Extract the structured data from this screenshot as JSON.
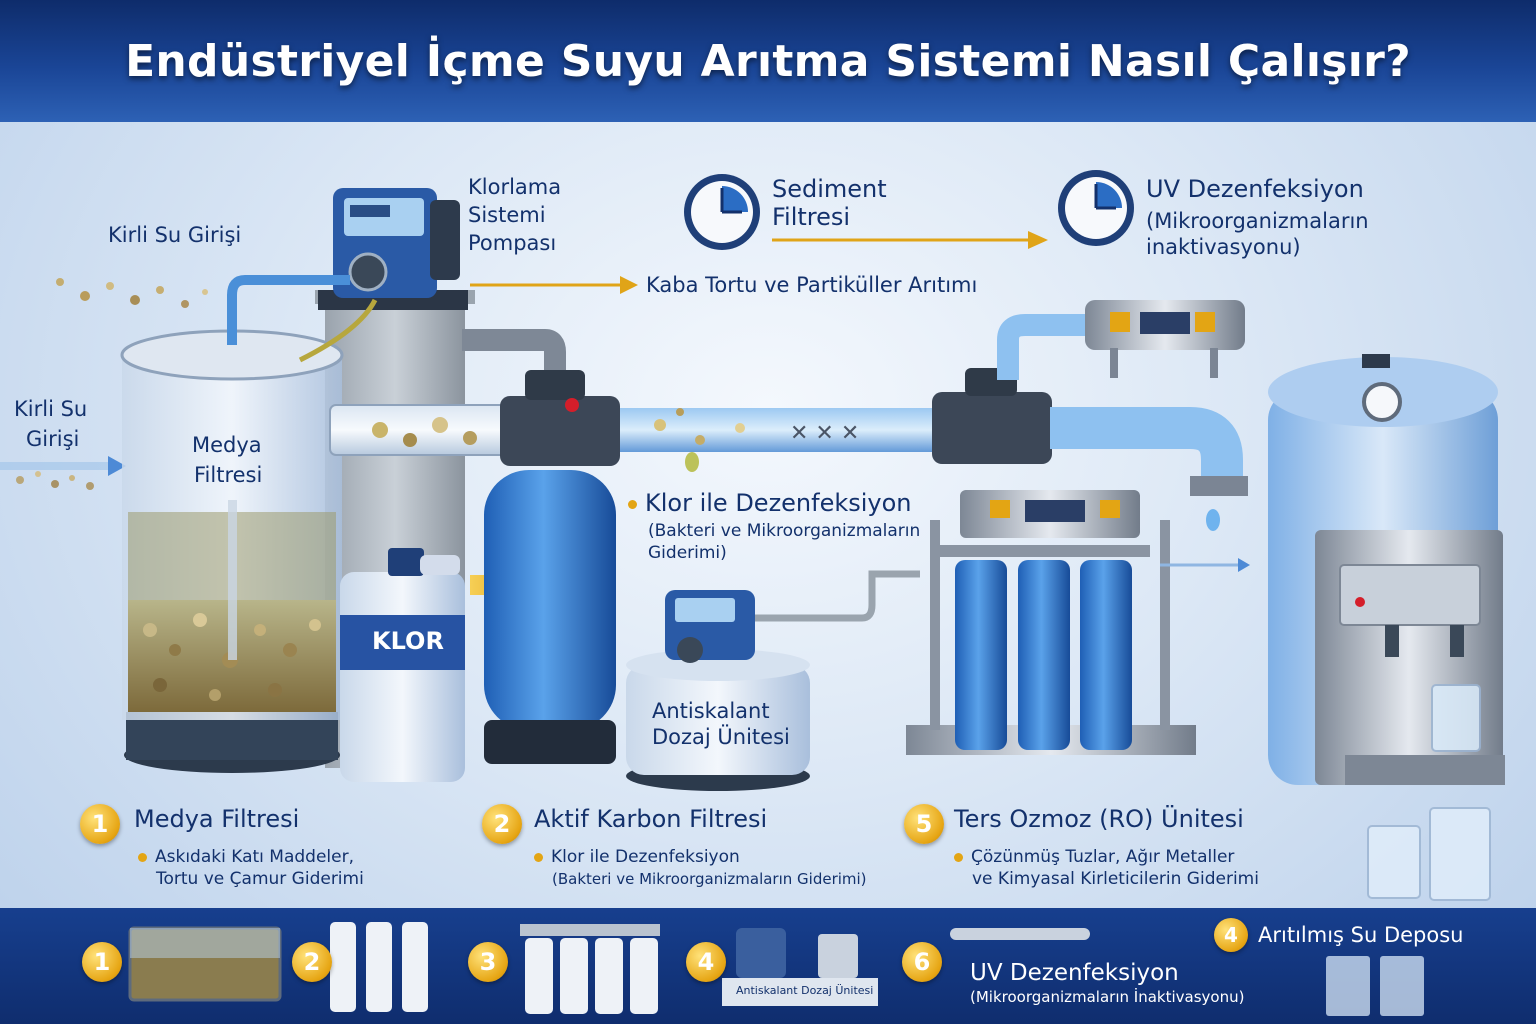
{
  "title": "Endüstriyel İçme Suyu Arıtma Sistemi Nasıl Çalışır?",
  "labels": {
    "inlet_top": "Kirli Su Girişi",
    "inlet_left_1": "Kirli Su",
    "inlet_left_2": "Girişi",
    "media_filter_1": "Medya",
    "media_filter_2": "Filtresi",
    "chlor_pump_1": "Klorlama",
    "chlor_pump_2": "Sistemi",
    "chlor_pump_3": "Pompası",
    "sediment_1": "Sediment",
    "sediment_2": "Filtresi",
    "uv_title": "UV Dezenfeksiyon",
    "uv_sub_1": "(Mikroorganizmaların",
    "uv_sub_2": "inaktivasyonu)",
    "coarse": "Kaba Tortu ve Partiküller Arıtımı",
    "chlor_disinfect": "Klor ile Dezenfeksiyon",
    "chlor_disinfect_sub_1": "(Bakteri ve Mikroorganizmaların",
    "chlor_disinfect_sub_2": "Giderimi)",
    "klor_can": "KLOR",
    "antiscalant_1": "Antiskalant",
    "antiscalant_2": "Dozaj Ünitesi"
  },
  "steps": [
    {
      "num": "1",
      "title": "Medya Filtresi",
      "line1": "Askıdaki Katı Maddeler,",
      "line2": "Tortu ve Çamur Giderimi"
    },
    {
      "num": "2",
      "title": "Aktif Karbon Filtresi",
      "line1": "Klor ile Dezenfeksiyon",
      "line2": "(Bakteri ve Mikroorganizmaların Giderimi)"
    },
    {
      "num": "5",
      "title": "Ters Ozmoz (RO) Ünitesi",
      "line1": "Çözünmüş Tuzlar, Ağır Metaller",
      "line2": "ve Kimyasal Kirleticilerin Giderimi"
    }
  ],
  "bottom": {
    "n1": "1",
    "n2": "2",
    "n3": "3",
    "n4": "4",
    "n6": "6",
    "antiscalant_small": "Antiskalant Dozaj Ünitesi",
    "uv_title": "UV Dezenfeksiyon",
    "uv_sub": "(Mikroorganizmaların İnaktivasyonu)",
    "storage_num": "4",
    "storage": "Arıtılmış Su Deposu"
  },
  "colors": {
    "navy": "#13316c",
    "accent_gold": "#e6a513",
    "water_blue": "#3f86d6"
  }
}
